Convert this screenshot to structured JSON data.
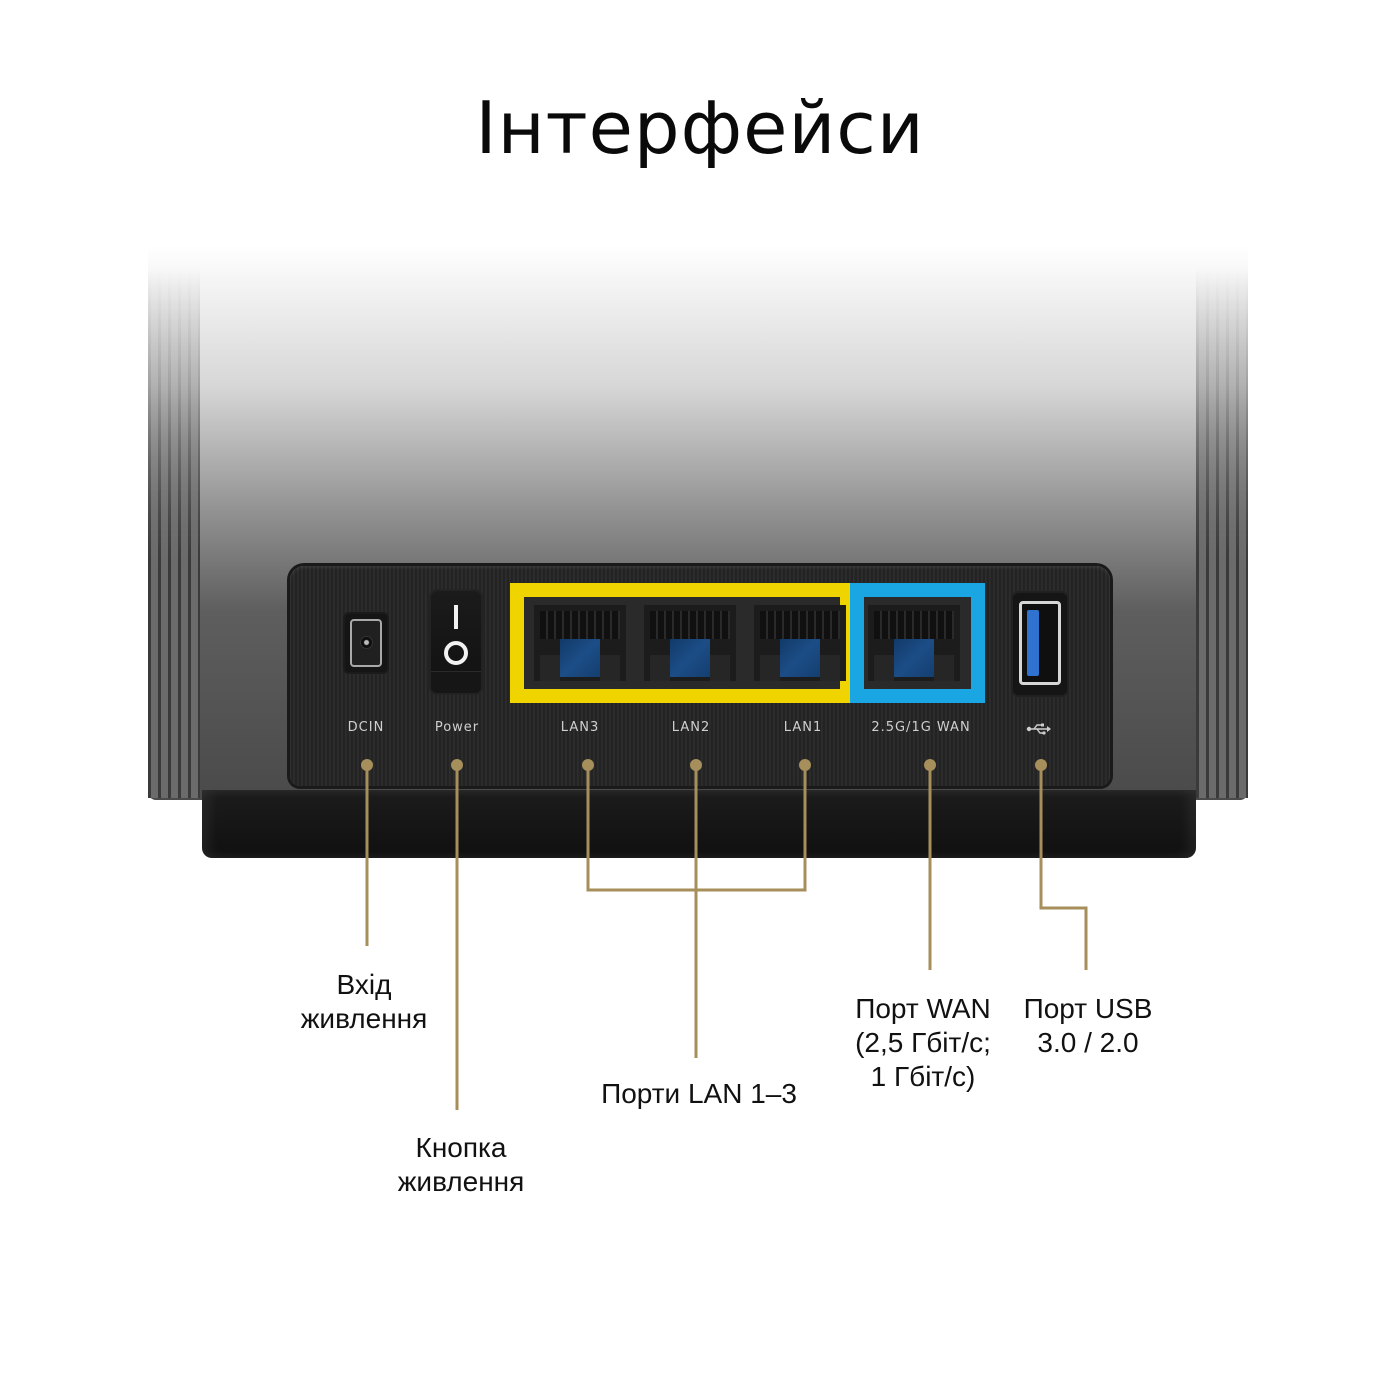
{
  "title": "Інтерфейси",
  "colors": {
    "lan_highlight": "#f0d400",
    "wan_highlight": "#1aa6e3",
    "leader_line": "#a68f5b",
    "usb_blue": "#2f72cf",
    "port_label": "#cfcfcf"
  },
  "device": {
    "port_labels": {
      "dcin": "DCIN",
      "power": "Power",
      "lan3": "LAN3",
      "lan2": "LAN2",
      "lan1": "LAN1",
      "wan": "2.5G/1G WAN",
      "usb_icon": "usb-icon"
    },
    "power_switch": {
      "on_symbol": "I",
      "off_symbol": "O"
    }
  },
  "callouts": {
    "dc_input": {
      "line1": "Вхід",
      "line2": "живлення"
    },
    "power_button": {
      "line1": "Кнопка",
      "line2": "живлення"
    },
    "lan_ports": {
      "line1": "Порти LAN 1–3"
    },
    "wan_port": {
      "line1": "Порт WAN",
      "line2": "(2,5 Гбіт/с;",
      "line3": "1 Гбіт/с)"
    },
    "usb_port": {
      "line1": "Порт USB",
      "line2": "3.0 / 2.0"
    }
  }
}
